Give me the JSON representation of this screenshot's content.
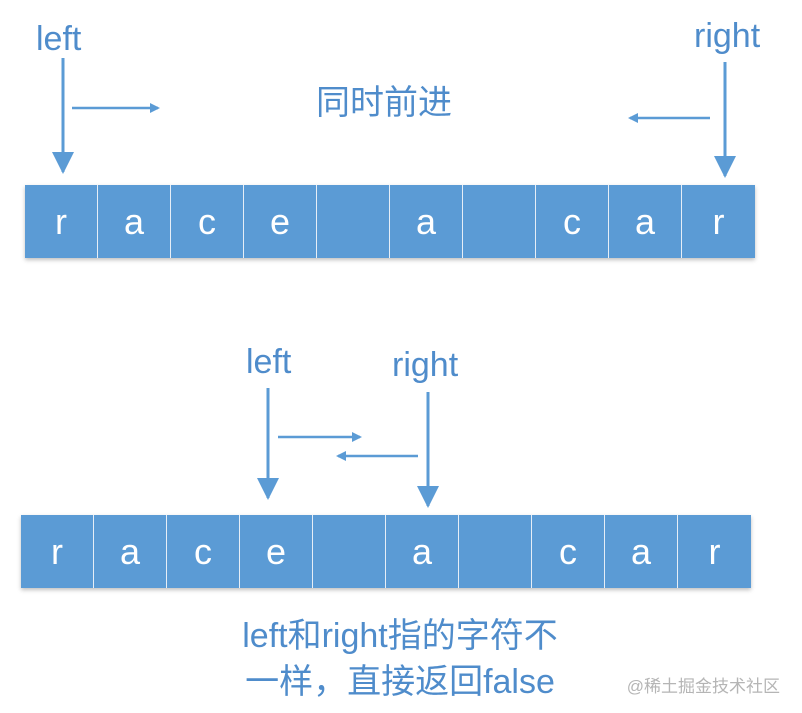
{
  "top": {
    "left_label": "left",
    "right_label": "right",
    "caption": "同时前进",
    "cells": [
      "r",
      "a",
      "c",
      "e",
      "",
      "a",
      "",
      "c",
      "a",
      "r"
    ]
  },
  "bottom": {
    "left_label": "left",
    "right_label": "right",
    "cells": [
      "r",
      "a",
      "c",
      "e",
      "",
      "a",
      "",
      "c",
      "a",
      "r"
    ],
    "caption_line1": "left和right指的字符不",
    "caption_line2": "一样，直接返回false"
  },
  "watermark": "@稀土掘金技术社区",
  "colors": {
    "accent": "#4f8ccb",
    "cell": "#5b9bd5"
  }
}
